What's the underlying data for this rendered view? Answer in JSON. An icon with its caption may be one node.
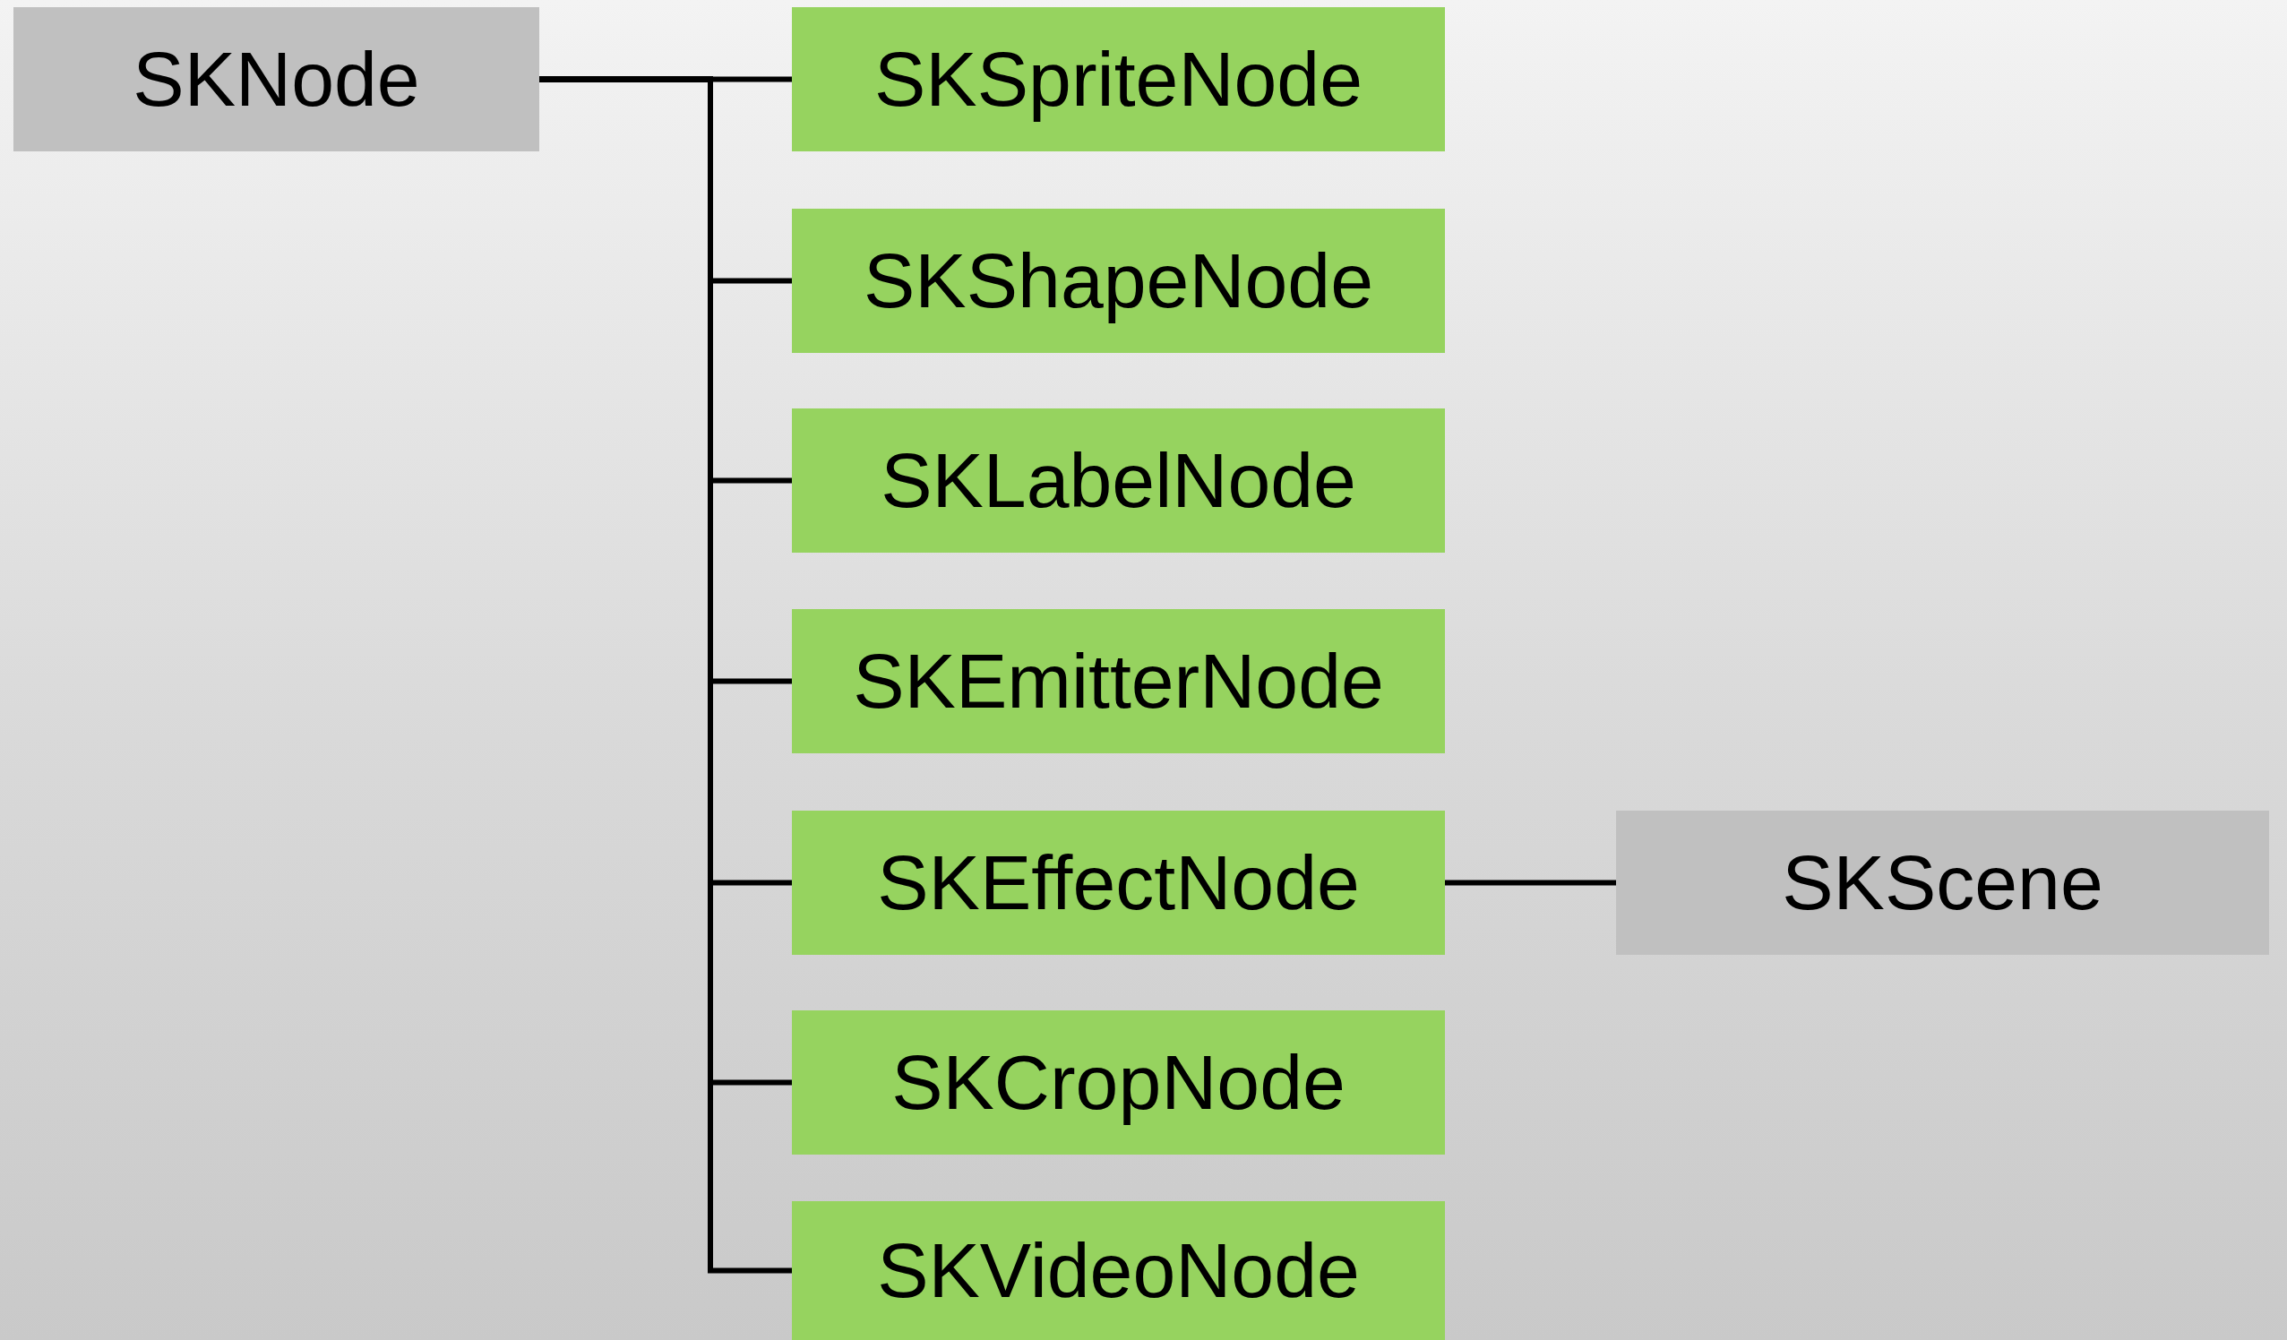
{
  "diagram": {
    "nodes": [
      {
        "text": [
          "SKNode"
        ]
      },
      {
        "text": [
          "SKSpriteNode"
        ]
      },
      {
        "text": [
          "SKShapeNode"
        ]
      },
      {
        "text": [
          "SKLabelNode"
        ]
      },
      {
        "text": [
          "SKEmitterNode"
        ]
      },
      {
        "text": [
          "SKEffectNode"
        ]
      },
      {
        "text": [
          "SKCropNode"
        ]
      },
      {
        "text": [
          "SKVideoNode"
        ]
      },
      {
        "text": [
          "SKScene"
        ]
      }
    ],
    "edges": [
      {
        "from": 0,
        "to": 1,
        "arrow": "none"
      },
      {
        "from": 0,
        "to": 2,
        "arrow": "none"
      },
      {
        "from": 0,
        "to": 3,
        "arrow": "none"
      },
      {
        "from": 0,
        "to": 4,
        "arrow": "none"
      },
      {
        "from": 0,
        "to": 5,
        "arrow": "none"
      },
      {
        "from": 0,
        "to": 6,
        "arrow": "none"
      },
      {
        "from": 0,
        "to": 7,
        "arrow": "none"
      },
      {
        "from": 5,
        "to": 8,
        "arrow": "none"
      }
    ]
  }
}
